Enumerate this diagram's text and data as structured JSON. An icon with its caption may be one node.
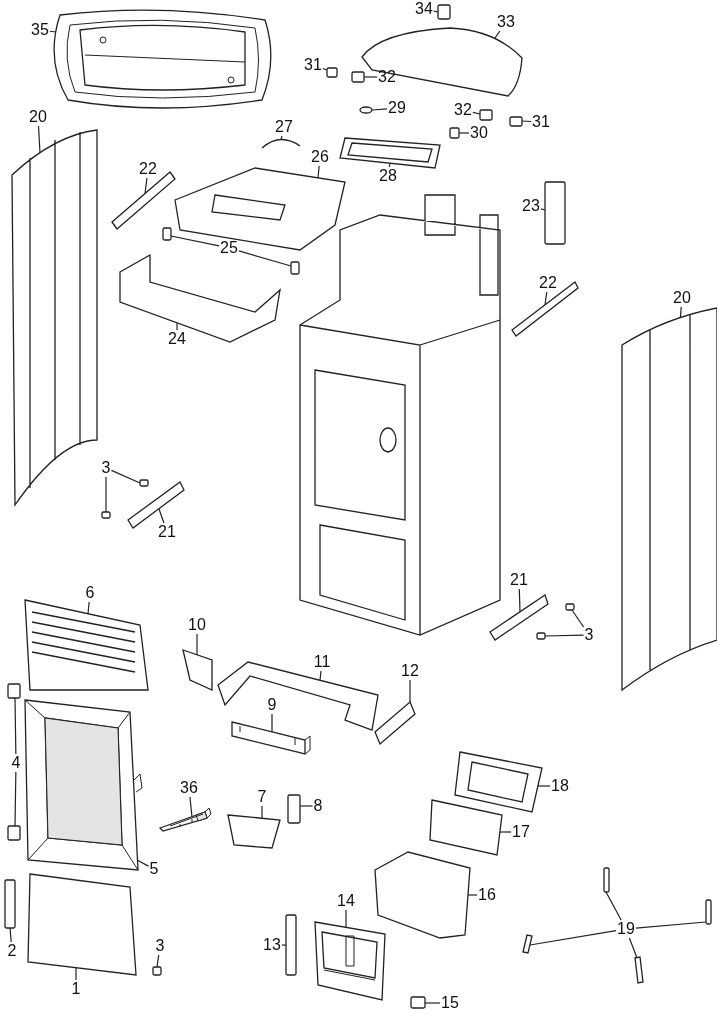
{
  "diagram": {
    "nodes": [
      {
        "text": [
          "35"
        ]
      },
      {
        "text": [
          "20"
        ]
      },
      {
        "text": [
          "34"
        ]
      },
      {
        "text": [
          "33"
        ]
      },
      {
        "text": [
          "31"
        ]
      },
      {
        "text": [
          "32"
        ]
      },
      {
        "text": [
          "29"
        ]
      },
      {
        "text": [
          "27"
        ]
      },
      {
        "text": [
          "32"
        ]
      },
      {
        "text": [
          "31"
        ]
      },
      {
        "text": [
          "30"
        ]
      },
      {
        "text": [
          "28"
        ]
      },
      {
        "text": [
          "22"
        ]
      },
      {
        "text": [
          "26"
        ]
      },
      {
        "text": [
          "23"
        ]
      },
      {
        "text": [
          "25"
        ]
      },
      {
        "text": [
          "22"
        ]
      },
      {
        "text": [
          "20"
        ]
      },
      {
        "text": [
          "24"
        ]
      },
      {
        "text": [
          "3"
        ]
      },
      {
        "text": [
          "21"
        ]
      },
      {
        "text": [
          "21"
        ]
      },
      {
        "text": [
          "3"
        ]
      },
      {
        "text": [
          "6"
        ]
      },
      {
        "text": [
          "10"
        ]
      },
      {
        "text": [
          "11"
        ]
      },
      {
        "text": [
          "12"
        ]
      },
      {
        "text": [
          "9"
        ]
      },
      {
        "text": [
          "4"
        ]
      },
      {
        "text": [
          "18"
        ]
      },
      {
        "text": [
          "36"
        ]
      },
      {
        "text": [
          "7"
        ]
      },
      {
        "text": [
          "8"
        ]
      },
      {
        "text": [
          "17"
        ]
      },
      {
        "text": [
          "5"
        ]
      },
      {
        "text": [
          "16"
        ]
      },
      {
        "text": [
          "2"
        ]
      },
      {
        "text": [
          "14"
        ]
      },
      {
        "text": [
          "19"
        ]
      },
      {
        "text": [
          "3"
        ]
      },
      {
        "text": [
          "13"
        ]
      },
      {
        "text": [
          "1"
        ]
      },
      {
        "text": [
          "15"
        ]
      },
      {
        "text": [],
        "shape": "picture"
      },
      {
        "text": [],
        "shape": "picture"
      },
      {
        "text": [],
        "shape": "picture"
      },
      {
        "text": [],
        "shape": "picture"
      },
      {
        "text": [],
        "shape": "box"
      },
      {
        "text": [],
        "shape": "box"
      },
      {
        "text": [],
        "shape": "box"
      },
      {
        "text": [],
        "shape": "box"
      },
      {
        "text": [],
        "shape": "box"
      },
      {
        "text": [],
        "shape": "circle"
      },
      {
        "text": [],
        "shape": "box"
      },
      {
        "text": [],
        "shape": "picture"
      },
      {
        "text": [],
        "shape": "picture"
      },
      {
        "text": [],
        "shape": "picture"
      },
      {
        "text": [],
        "shape": "picture"
      },
      {
        "text": [],
        "shape": "picture"
      },
      {
        "text": [],
        "shape": "box"
      },
      {
        "text": [],
        "shape": "box"
      },
      {
        "text": [],
        "shape": "box"
      },
      {
        "text": [],
        "shape": "picture"
      },
      {
        "text": [],
        "shape": "box"
      },
      {
        "text": [],
        "shape": "box"
      },
      {
        "text": [],
        "shape": "picture"
      },
      {
        "text": [],
        "shape": "picture"
      },
      {
        "text": [],
        "shape": "box"
      },
      {
        "text": [],
        "shape": "box"
      },
      {
        "text": [],
        "shape": "picture"
      },
      {
        "text": [],
        "shape": "box"
      },
      {
        "text": [],
        "shape": "box"
      },
      {
        "text": [],
        "shape": "picture"
      },
      {
        "text": [],
        "shape": "box"
      },
      {
        "text": [],
        "shape": "picture"
      },
      {
        "text": [],
        "shape": "box"
      },
      {
        "text": [],
        "shape": "picture"
      },
      {
        "text": [],
        "shape": "picture"
      },
      {
        "text": [],
        "shape": "picture"
      },
      {
        "text": [],
        "shape": "picture"
      },
      {
        "text": [],
        "shape": "picture"
      },
      {
        "text": [],
        "shape": "picture"
      },
      {
        "text": [],
        "shape": "box"
      },
      {
        "text": [],
        "shape": "picture"
      },
      {
        "text": [],
        "shape": "picture"
      },
      {
        "text": [],
        "shape": "picture"
      },
      {
        "text": [],
        "shape": "picture"
      },
      {
        "text": [],
        "shape": "box"
      },
      {
        "text": [],
        "shape": "box"
      },
      {
        "text": [],
        "shape": "picture"
      },
      {
        "text": [],
        "shape": "box"
      },
      {
        "text": [],
        "shape": "box"
      },
      {
        "text": [],
        "shape": "picture"
      }
    ],
    "edges": [
      {
        "from": 0,
        "to": 43,
        "arrow": "none"
      },
      {
        "from": 1,
        "to": 44,
        "arrow": "none"
      },
      {
        "from": 2,
        "to": 51,
        "arrow": "none"
      },
      {
        "from": 3,
        "to": 46,
        "arrow": "none"
      },
      {
        "from": 4,
        "to": 47,
        "arrow": "none"
      },
      {
        "from": 5,
        "to": 49,
        "arrow": "none"
      },
      {
        "from": 6,
        "to": 52,
        "arrow": "none"
      },
      {
        "from": 7,
        "to": 54,
        "arrow": "none"
      },
      {
        "from": 8,
        "to": 50,
        "arrow": "none"
      },
      {
        "from": 9,
        "to": 48,
        "arrow": "none"
      },
      {
        "from": 10,
        "to": 53,
        "arrow": "none"
      },
      {
        "from": 11,
        "to": 55,
        "arrow": "none"
      },
      {
        "from": 12,
        "to": 57,
        "arrow": "none"
      },
      {
        "from": 13,
        "to": 56,
        "arrow": "none"
      },
      {
        "from": 14,
        "to": 59,
        "arrow": "none"
      },
      {
        "from": 15,
        "to": 60,
        "arrow": "none"
      },
      {
        "from": 15,
        "to": 61,
        "arrow": "none"
      },
      {
        "from": 16,
        "to": 58,
        "arrow": "none"
      },
      {
        "from": 17,
        "to": 45,
        "arrow": "none"
      },
      {
        "from": 18,
        "to": 62,
        "arrow": "none"
      },
      {
        "from": 19,
        "to": 63,
        "arrow": "none"
      },
      {
        "from": 19,
        "to": 64,
        "arrow": "none"
      },
      {
        "from": 20,
        "to": 65,
        "arrow": "none"
      },
      {
        "from": 21,
        "to": 66,
        "arrow": "none"
      },
      {
        "from": 22,
        "to": 67,
        "arrow": "none"
      },
      {
        "from": 22,
        "to": 68,
        "arrow": "none"
      },
      {
        "from": 23,
        "to": 69,
        "arrow": "none"
      },
      {
        "from": 24,
        "to": 76,
        "arrow": "none"
      },
      {
        "from": 25,
        "to": 77,
        "arrow": "none"
      },
      {
        "from": 26,
        "to": 78,
        "arrow": "none"
      },
      {
        "from": 27,
        "to": 79,
        "arrow": "none"
      },
      {
        "from": 28,
        "to": 70,
        "arrow": "none"
      },
      {
        "from": 28,
        "to": 71,
        "arrow": "none"
      },
      {
        "from": 29,
        "to": 83,
        "arrow": "none"
      },
      {
        "from": 30,
        "to": 80,
        "arrow": "none"
      },
      {
        "from": 31,
        "to": 81,
        "arrow": "none"
      },
      {
        "from": 32,
        "to": 82,
        "arrow": "none"
      },
      {
        "from": 33,
        "to": 84,
        "arrow": "none"
      },
      {
        "from": 34,
        "to": 72,
        "arrow": "none"
      },
      {
        "from": 35,
        "to": 85,
        "arrow": "none"
      },
      {
        "from": 36,
        "to": 73,
        "arrow": "none"
      },
      {
        "from": 37,
        "to": 86,
        "arrow": "none"
      },
      {
        "from": 38,
        "to": 89,
        "arrow": "none"
      },
      {
        "from": 38,
        "to": 90,
        "arrow": "none"
      },
      {
        "from": 38,
        "to": 91,
        "arrow": "none"
      },
      {
        "from": 38,
        "to": 92,
        "arrow": "none"
      },
      {
        "from": 39,
        "to": 75,
        "arrow": "none"
      },
      {
        "from": 40,
        "to": 87,
        "arrow": "none"
      },
      {
        "from": 41,
        "to": 74,
        "arrow": "none"
      },
      {
        "from": 42,
        "to": 88,
        "arrow": "none"
      }
    ]
  }
}
